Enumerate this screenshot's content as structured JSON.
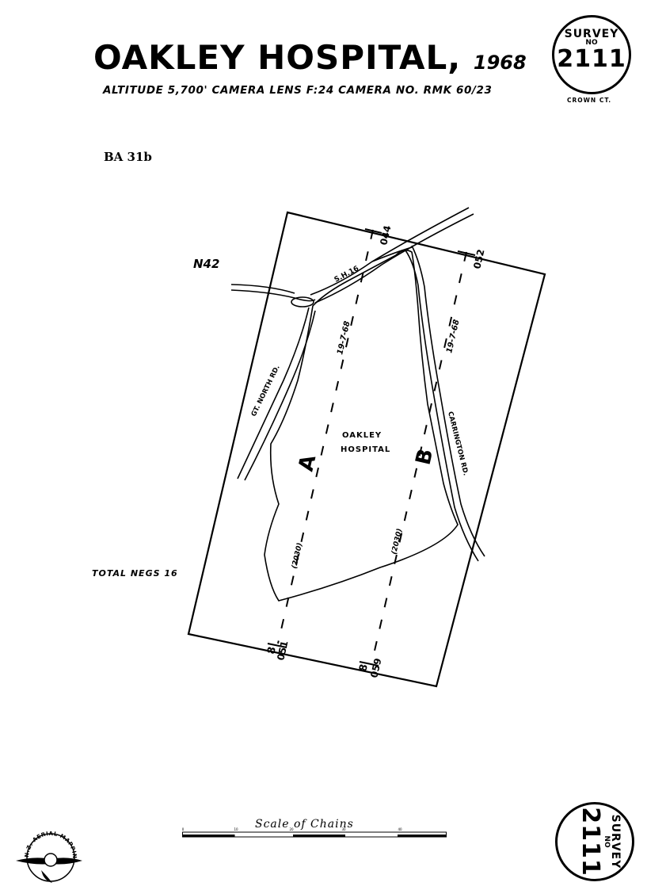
{
  "header": {
    "title": "OAKLEY HOSPITAL",
    "year": "1968",
    "subtitle": "ALTITUDE 5,700'  CAMERA LENS F:24  CAMERA NO. RMK 60/23",
    "crown": "CROWN CT.",
    "ref": "BA 31b"
  },
  "badge": {
    "survey": "SURVEY",
    "no": "NO",
    "number": "2111"
  },
  "map": {
    "sheet": "N42",
    "total_negs": "TOTAL NEGS 16",
    "roads": {
      "sh16": "S.H.16",
      "gt_north": "GT. NORTH RD.",
      "carrington": "CARRINGTON RD."
    },
    "site_line1": "OAKLEY",
    "site_line2": "HOSPITAL",
    "runs": [
      {
        "name": "A",
        "date": "19-7-68",
        "height": "(2030)",
        "start_no": "051",
        "end_no": "044",
        "prefix": "8"
      },
      {
        "name": "B",
        "date": "19-7-68",
        "height": "(2030)",
        "start_no": "059",
        "end_no": "052",
        "prefix": "8"
      }
    ]
  },
  "scale": {
    "label": "Scale of Chains",
    "ticks": [
      "0",
      "10",
      "20",
      "30",
      "40"
    ]
  },
  "logo": {
    "text": "N.Z. AERIAL MAPPING LTD"
  }
}
